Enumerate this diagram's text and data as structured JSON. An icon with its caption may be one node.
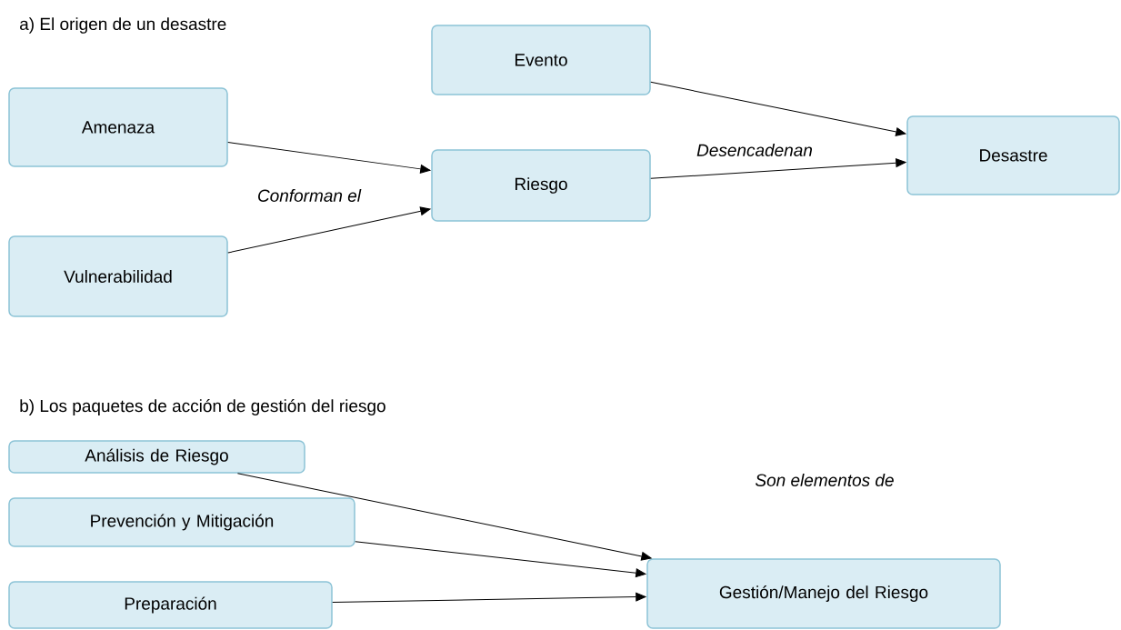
{
  "diagram": {
    "nodes": [
      {
        "text": [
          "Amenaza"
        ]
      },
      {
        "text": [
          "Vulnerabilidad"
        ]
      },
      {
        "text": [
          "Evento"
        ]
      },
      {
        "text": [
          "Riesgo"
        ]
      },
      {
        "text": [
          "Desastre"
        ]
      },
      {
        "text": [
          "Análisis de Riesgo"
        ]
      },
      {
        "text": [
          "Prevención y Mitigación"
        ]
      },
      {
        "text": [
          "Preparación"
        ]
      },
      {
        "text": [
          "Gestión/Manejo del Riesgo"
        ]
      }
    ],
    "edges": [
      {
        "from": 0,
        "to": 3,
        "arrow": "to"
      },
      {
        "from": 1,
        "to": 3,
        "arrow": "to"
      },
      {
        "from": 2,
        "to": 4,
        "arrow": "to"
      },
      {
        "from": 3,
        "to": 4,
        "arrow": "to"
      },
      {
        "from": 5,
        "to": 8,
        "arrow": "to"
      },
      {
        "from": 6,
        "to": 8,
        "arrow": "to"
      },
      {
        "from": 7,
        "to": 8,
        "arrow": "to"
      }
    ],
    "labels": [
      "a) El origen de un desastre",
      "Conforman  el",
      "Desencadenan",
      "b) Los paquetes de acción de gestión del riesgo",
      "Son elementos de"
    ]
  }
}
